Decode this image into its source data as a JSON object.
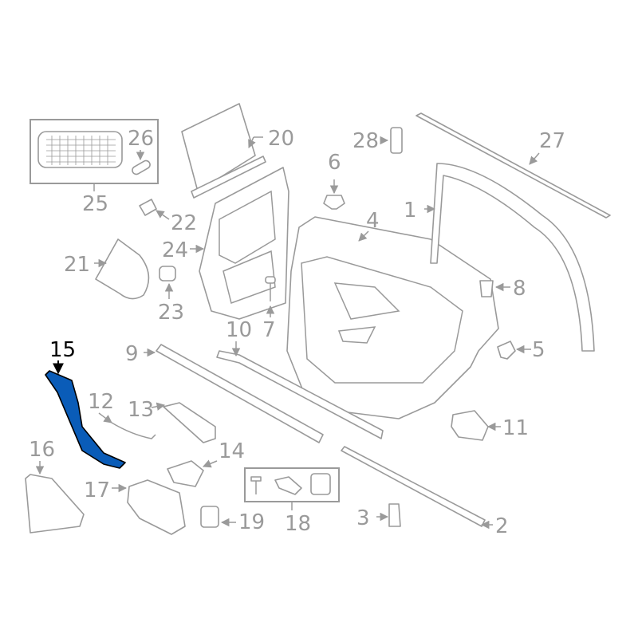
{
  "diagram": {
    "highlight_color": "#0a5cb8",
    "highlighted_part": "15",
    "callouts": [
      "15",
      "26",
      "20",
      "28",
      "27",
      "6",
      "25",
      "22",
      "4",
      "1",
      "24",
      "21",
      "8",
      "23",
      "7",
      "10",
      "9",
      "5",
      "12",
      "13",
      "11",
      "16",
      "14",
      "17",
      "18",
      "3",
      "19",
      "2"
    ]
  }
}
